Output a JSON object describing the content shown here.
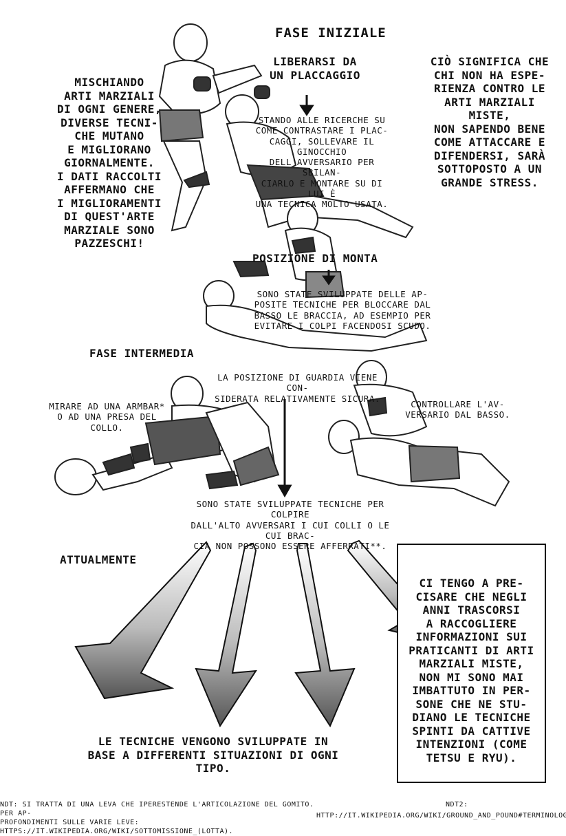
{
  "headings": {
    "initial_phase": "FASE INIZIALE",
    "mount_position": "POSIZIONE DI MONTA",
    "intermediate_phase": "FASE INTERMEDIA",
    "currently": "ATTUALMENTE"
  },
  "captions": {
    "escape_tackle": "LIBERARSI DA\nUN PLACCAGGIO",
    "tackle_research": "STANDO ALLE RICERCHE SU\nCOME CONTRASTARE I PLAC-\nCAGGI, SOLLEVARE IL GINOCCHIO\nDELL'AVVERSARIO PER SBILAN-\nCIARLO E MONTARE SU DI LUI È\nUNA TECNICA MOLTO USATA.",
    "mount_defense": "SONO STATE SVILUPPATE DELLE AP-\nPOSITE TECNICHE PER BLOCCARE DAL\nBASSO LE BRACCIA, AD ESEMPIO PER\nEVITARE I COLPI FACENDOSI SCUDO.",
    "guard_safe": "LA POSIZIONE DI GUARDIA VIENE CON-\nSIDERATA RELATIVAMENTE SICURA.",
    "armbar": "MIRARE AD UNA ARMBAR*\nO AD UNA PRESA DEL COLLO.",
    "control_below": "CONTROLLARE L'AV-\nVERSARIO DAL BASSO.",
    "strike_above": "SONO STATE SVILUPPATE TECNICHE PER COLPIRE\nDALL'ALTO AVVERSARI I CUI COLLI O LE CUI BRAC-\nCIA NON POSSONO ESSERE AFFERRATI**.",
    "techniques_developed": "LE TECNICHE VENGONO SVILUPPATE IN\nBASE A DIFFERENTI SITUAZIONI DI OGNI TIPO."
  },
  "narration": {
    "left": "MISCHIANDO\nARTI MARZIALI\nDI OGNI GENERE,\nDIVERSE TECNI-\nCHE MUTANO\nE MIGLIORANO\nGIORNALMENTE.\nI DATI RACCOLTI\nAFFERMANO CHE\nI MIGLIORAMENTI\nDI QUEST'ARTE\nMARZIALE SONO\nPAZZESCHI!",
    "right": "CIÒ SIGNIFICA CHE\nCHI NON HA ESPE-\nRIENZA CONTRO LE\nARTI MARZIALI MISTE,\nNON SAPENDO BENE\nCOME ATTACCARE E\nDIFENDERSI, SARÀ\nSOTTOPOSTO A UN\nGRANDE STRESS.",
    "box": "CI TENGO A PRE-\nCISARE CHE NEGLI\nANNI TRASCORSI\nA RACCOGLIERE\nINFORMAZIONI SUI\nPRATICANTI DI ARTI\nMARZIALI MISTE,\nNON MI SONO MAI\nIMBATTUTO IN PER-\nSONE CHE NE STU-\nDIANO LE TECNICHE\nSPINTI DA CATTIVE\nINTENZIONI (COME\nTETSU E RYU)."
  },
  "footnotes": {
    "ndt1": "NDT: SI TRATTA DI UNA LEVA CHE IPERESTENDE L'ARTICOLAZIONE DEL GOMITO. PER AP-\nPROFONDIMENTI SULLE VARIE LEVE: HTTPS://IT.WIKIPEDIA.ORG/WIKI/SOTTOMISSIONE_(LOTTA).",
    "ndt2_label": "NDT2:",
    "ndt2_url": "HTTP://IT.WIKIPEDIA.ORG/WIKI/GROUND_AND_POUND#TERMINOLOGIA."
  }
}
